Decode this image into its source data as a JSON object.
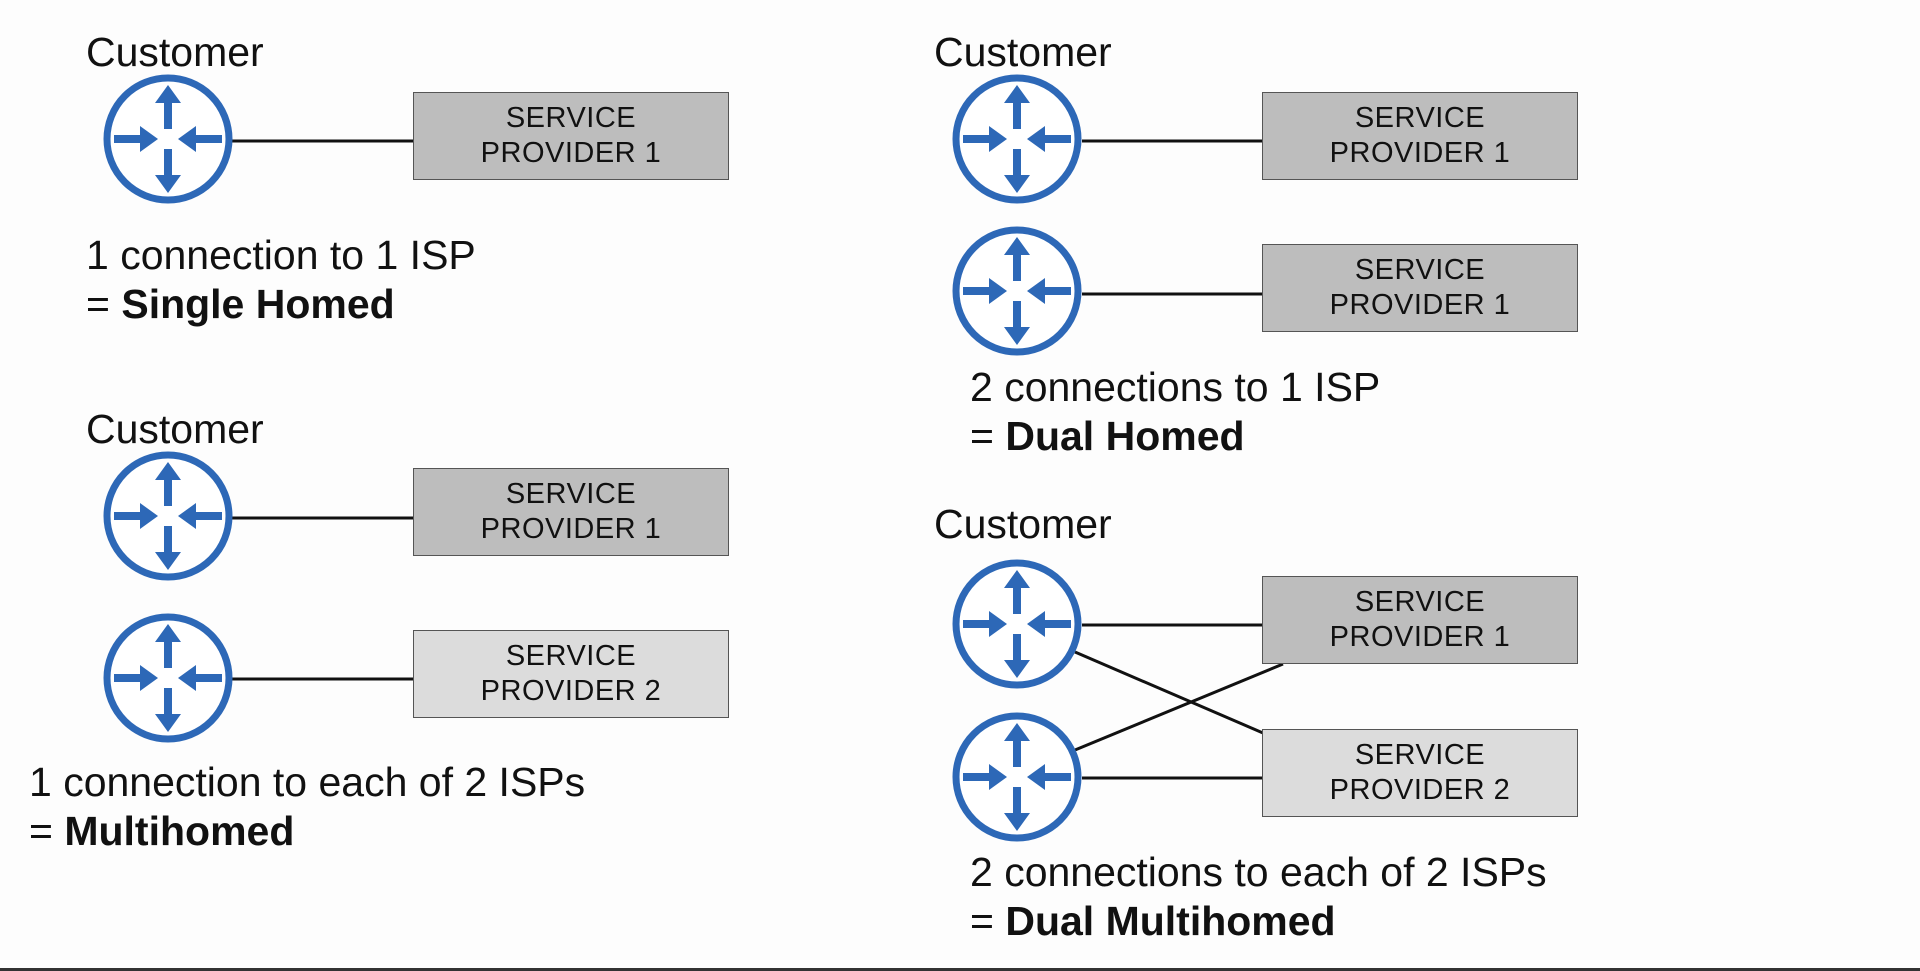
{
  "diagram": {
    "single_homed": {
      "customer_label": "Customer",
      "isp_boxes": [
        {
          "line1": "SERVICE",
          "line2": "PROVIDER 1",
          "shade": "dark"
        }
      ],
      "desc_line1": "1 connection to 1 ISP",
      "desc_eq": "= ",
      "desc_term": "Single Homed"
    },
    "multihomed": {
      "customer_label": "Customer",
      "isp_boxes": [
        {
          "line1": "SERVICE",
          "line2": "PROVIDER 1",
          "shade": "dark"
        },
        {
          "line1": "SERVICE",
          "line2": "PROVIDER 2",
          "shade": "light"
        }
      ],
      "desc_line1": "1 connection to each of 2 ISPs",
      "desc_eq": "= ",
      "desc_term": "Multihomed"
    },
    "dual_homed": {
      "customer_label": "Customer",
      "isp_boxes": [
        {
          "line1": "SERVICE",
          "line2": "PROVIDER 1",
          "shade": "dark"
        },
        {
          "line1": "SERVICE",
          "line2": "PROVIDER 1",
          "shade": "dark"
        }
      ],
      "desc_line1": "2 connections to 1 ISP",
      "desc_eq": "= ",
      "desc_term": "Dual Homed"
    },
    "dual_multihomed": {
      "customer_label": "Customer",
      "isp_boxes": [
        {
          "line1": "SERVICE",
          "line2": "PROVIDER 1",
          "shade": "dark"
        },
        {
          "line1": "SERVICE",
          "line2": "PROVIDER 2",
          "shade": "light"
        }
      ],
      "desc_line1": "2 connections to each of 2 ISPs",
      "desc_eq": "= ",
      "desc_term": "Dual Multihomed"
    }
  },
  "colors": {
    "router_blue": "#2d68b7",
    "isp_dark": "#bdbdbd",
    "isp_light": "#dcdcdc",
    "link": "#111111"
  },
  "icons": {
    "router": "router-icon"
  }
}
